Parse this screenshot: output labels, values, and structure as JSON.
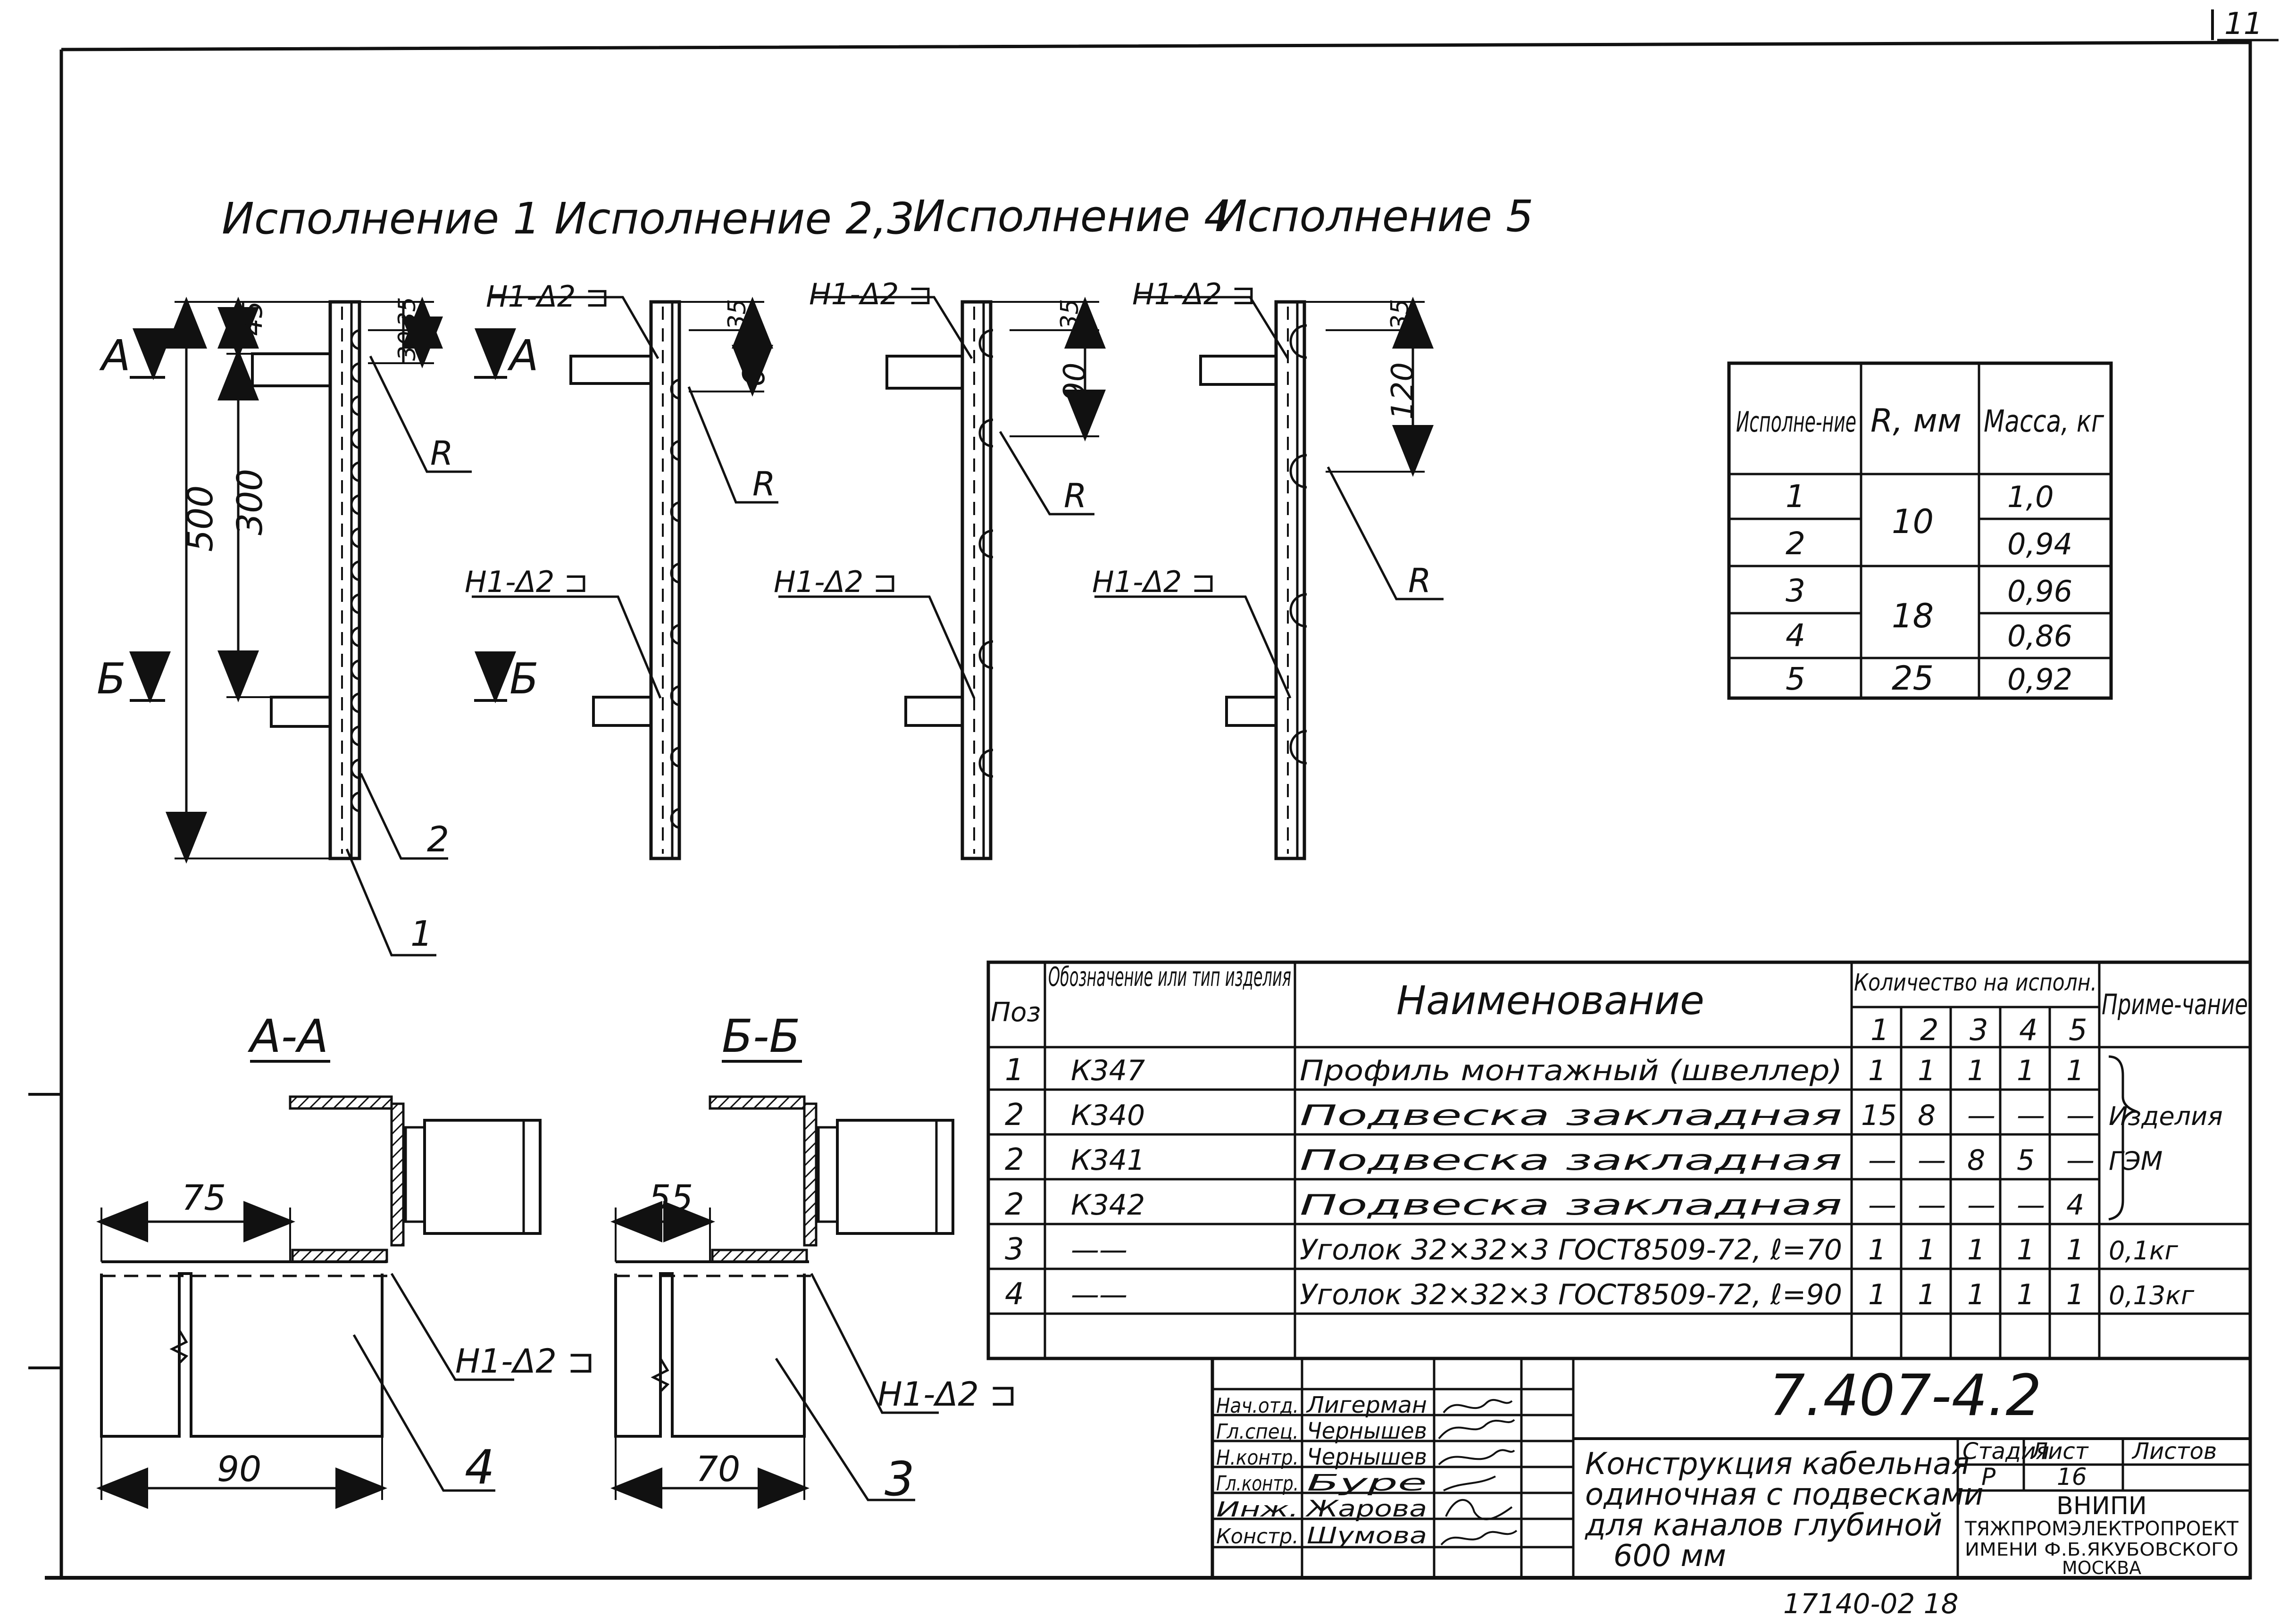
{
  "sheet": {
    "corner_number": "11",
    "bottom_stamp": "17140-02 18"
  },
  "variants": {
    "v1": {
      "title": "Исполнение 1",
      "dims": {
        "d45": "45",
        "d500": "500",
        "d300": "300",
        "d30": "30",
        "d35": "35"
      },
      "sections": {
        "a": "А",
        "b": "Б"
      },
      "labels": {
        "r": "R",
        "pos1": "1",
        "pos2": "2"
      }
    },
    "v23": {
      "title": "Исполнение 2,3",
      "dims": {
        "d35": "35",
        "d60": "60"
      },
      "sections": {
        "a": "А",
        "b": "Б"
      },
      "weld_top": "Н1-Δ2 ⊐",
      "weld_bottom": "Н1-Δ2 ⊐",
      "label_r": "R"
    },
    "v4": {
      "title": "Исполнение 4",
      "dims": {
        "d35": "35",
        "d90": "90"
      },
      "weld_top": "Н1-Δ2 ⊐",
      "weld_bottom": "Н1-Δ2 ⊐",
      "label_r": "R"
    },
    "v5": {
      "title": "Исполнение 5",
      "dims": {
        "d35": "35",
        "d120": "120"
      },
      "weld_top": "Н1-Δ2 ⊐",
      "weld_bottom": "Н1-Δ2 ⊐",
      "label_r": "R"
    }
  },
  "section_aa": {
    "title": "А-А",
    "dim_top": "75",
    "dim_bottom": "90",
    "weld": "Н1-Δ2 ⊐",
    "pos": "4"
  },
  "section_bb": {
    "title": "Б-Б",
    "dim_top": "55",
    "dim_bottom": "70",
    "weld": "Н1-Δ2 ⊐",
    "pos": "3"
  },
  "mass_table": {
    "headers": [
      "Исполне-ние",
      "R, мм",
      "Масса, кг"
    ],
    "rows": [
      {
        "variant": "1",
        "mass": "1,0"
      },
      {
        "variant": "2",
        "mass": "0,94"
      },
      {
        "variant": "3",
        "mass": "0,96"
      },
      {
        "variant": "4",
        "mass": "0,86"
      },
      {
        "variant": "5",
        "mass": "0,92"
      }
    ],
    "r_values": [
      "10",
      "18",
      "25"
    ]
  },
  "spec_table": {
    "headers": {
      "pos": "Поз",
      "designation": "Обозначение или тип изделия",
      "name": "Наименование",
      "qty": "Количество на исполн.",
      "note": "Приме-чание"
    },
    "qty_columns": [
      "1",
      "2",
      "3",
      "4",
      "5"
    ],
    "rows": [
      {
        "pos": "1",
        "designation": "К347",
        "name": "Профиль монтажный (швеллер)",
        "qty": [
          "1",
          "1",
          "1",
          "1",
          "1"
        ],
        "note": ""
      },
      {
        "pos": "2",
        "designation": "К340",
        "name": "Подвеска закладная",
        "qty": [
          "15",
          "8",
          "—",
          "—",
          "—"
        ],
        "note": "Изделия"
      },
      {
        "pos": "2",
        "designation": "К341",
        "name": "Подвеска закладная",
        "qty": [
          "—",
          "—",
          "8",
          "5",
          "—"
        ],
        "note": "ГЭМ"
      },
      {
        "pos": "2",
        "designation": "К342",
        "name": "Подвеска закладная",
        "qty": [
          "—",
          "—",
          "—",
          "—",
          "4"
        ],
        "note": ""
      },
      {
        "pos": "3",
        "designation": "——",
        "name": "Уголок 32×32×3 ГОСТ8509-72, ℓ=70",
        "qty": [
          "1",
          "1",
          "1",
          "1",
          "1"
        ],
        "note": "0,1кг"
      },
      {
        "pos": "4",
        "designation": "——",
        "name": "Уголок 32×32×3 ГОСТ8509-72, ℓ=90",
        "qty": [
          "1",
          "1",
          "1",
          "1",
          "1"
        ],
        "note": "0,13кг"
      }
    ]
  },
  "title_block": {
    "doc_number": "7.407-4.2",
    "roles": [
      {
        "role": "Нач.отд.",
        "name": "Лигерман"
      },
      {
        "role": "Гл.спец.",
        "name": "Чернышев"
      },
      {
        "role": "Н.контр.",
        "name": "Чернышев"
      },
      {
        "role": "Гл.контр.",
        "name": "Буре"
      },
      {
        "role": "Инж.",
        "name": "Жарова"
      },
      {
        "role": "Констр.",
        "name": "Шумова"
      }
    ],
    "description": [
      "Конструкция кабельная",
      "одиночная с подвесками",
      "для каналов глубиной",
      "600 мм"
    ],
    "stage_label": "Стадия",
    "sheet_label": "Лист",
    "sheets_label": "Листов",
    "stage": "Р",
    "sheet": "16",
    "org": [
      "ВНИПИ",
      "ТЯЖПРОМЭЛЕКТРОПРОЕКТ",
      "ИМЕНИ Ф.Б.ЯКУБОВСКОГО",
      "МОСКВА"
    ]
  }
}
